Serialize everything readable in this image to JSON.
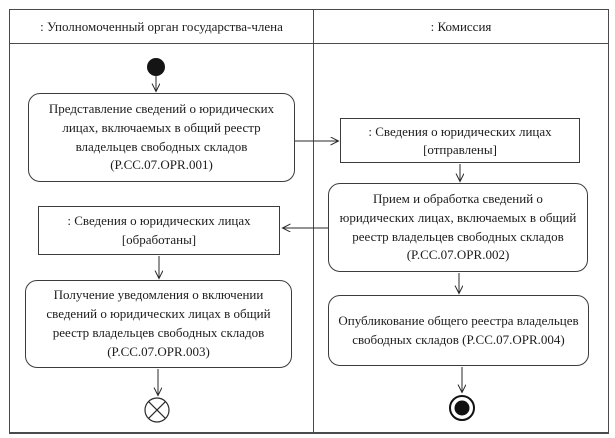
{
  "diagram": {
    "lane_headers": {
      "member_state": ": Уполномоченный орган государства-члена",
      "commission": ": Комиссия"
    },
    "actions": {
      "submit": "Представление сведений о юридических лицах, включаемых в общий реестр владельцев свободных складов (P.CC.07.OPR.001)",
      "receive_process": "Прием и обработка сведений о юридических лицах, включаемых в общий реестр владельцев свободных складов (P.CC.07.OPR.002)",
      "get_notification": "Получение уведомления о включении сведений о юридических лицах в общий реестр владельцев свободных складов (P.CC.07.OPR.003)",
      "publish": "Опубликование общего реестра владельцев свободных складов (P.CC.07.OPR.004)"
    },
    "objects": {
      "sent": {
        "name": ": Сведения о юридических лицах",
        "state": "[отправлены]"
      },
      "processed": {
        "name": ": Сведения о юридических лицах",
        "state": "[обработаны]"
      }
    },
    "node_icons": {
      "initial": "initial-node-icon",
      "flow_final": "flow-final-icon",
      "activity_final": "activity-final-icon"
    },
    "colors": {
      "background": "#ffffff",
      "border": "#3c3c3c",
      "frame": "#4a4a4a",
      "line": "#2a2a2a",
      "text": "#1c1c1c"
    }
  }
}
